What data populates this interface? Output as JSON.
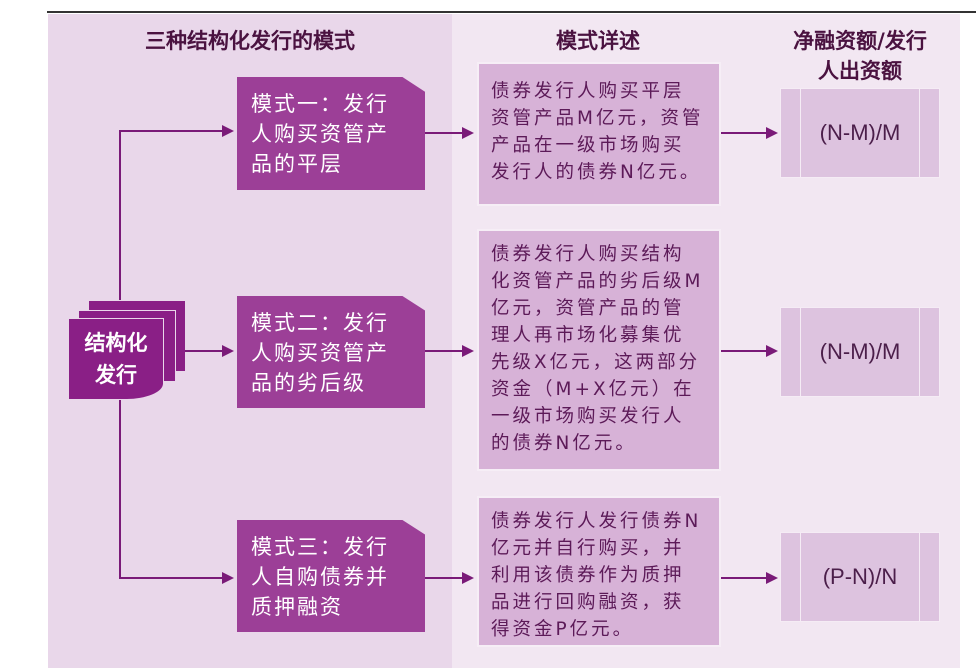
{
  "headers": {
    "col1": "三种结构化发行的模式",
    "col2": "模式详述",
    "col3": [
      "净融资额/发行",
      "人出资额"
    ]
  },
  "source": [
    "结构化",
    "发行"
  ],
  "modes": [
    {
      "lines": [
        "模式一：发行",
        "人购买资管产",
        "品的平层"
      ],
      "desc": [
        "债券发行人购买平层",
        "资管产品M亿元，资管",
        "产品在一级市场购买",
        "发行人的债券N亿元。"
      ],
      "result": "(N-M)/M"
    },
    {
      "lines": [
        "模式二：发行",
        "人购买资管产",
        "品的劣后级"
      ],
      "desc": [
        "债券发行人购买结构",
        "化资管产品的劣后级M",
        "亿元，资管产品的管",
        "理人再市场化募集优",
        "先级X亿元，这两部分",
        "资金（M+X亿元）在",
        "一级市场购买发行人",
        "的债券N亿元。"
      ],
      "result": "(N-M)/M"
    },
    {
      "lines": [
        "模式三：发行",
        "人自购债券并",
        "质押融资"
      ],
      "desc": [
        "债券发行人发行债券N",
        "亿元并自行购买，并",
        "利用该债券作为质押",
        "品进行回购融资，获",
        "得资金P亿元。"
      ],
      "result": "(P-N)/N"
    }
  ],
  "colors": {
    "mode_box": "#9c3f97",
    "desc_box": "#d7b2d7",
    "arrow": "#7a1a78"
  }
}
